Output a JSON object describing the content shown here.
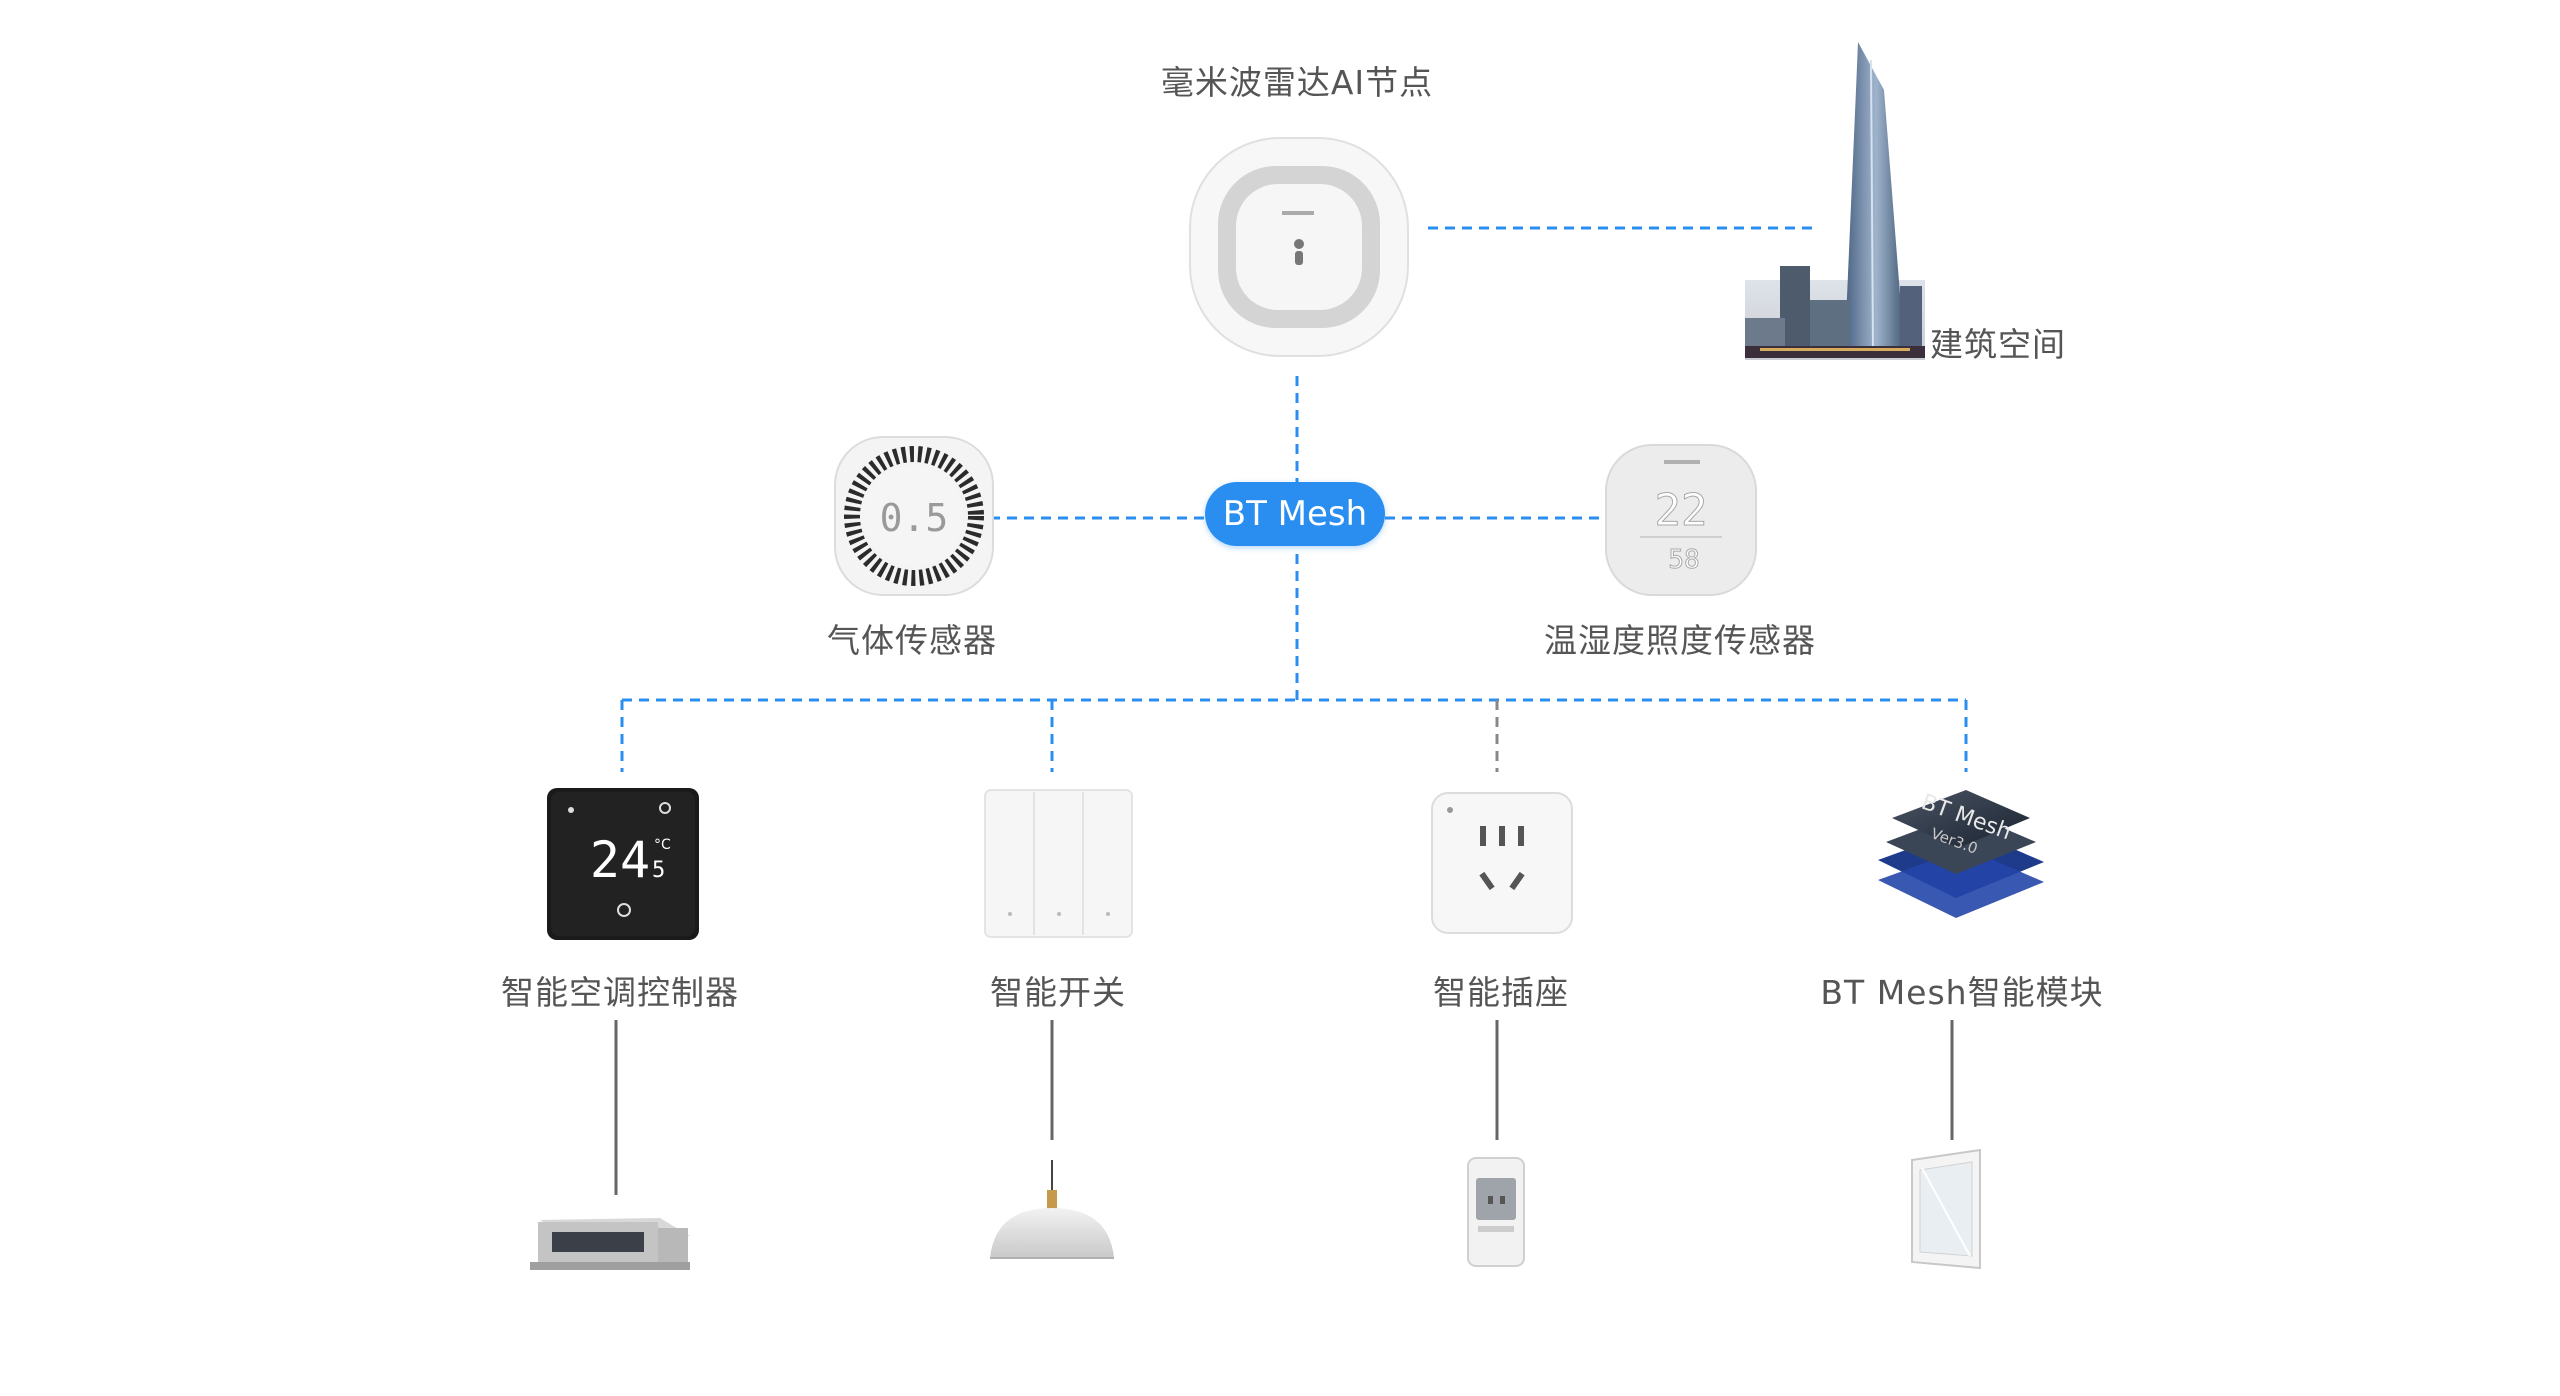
{
  "colors": {
    "accent": "#2a8ef0",
    "dashed_link": "#2a8ef0",
    "solid_link": "#666666",
    "label_text": "#555555",
    "background": "#ffffff"
  },
  "hub": {
    "label": "BT Mesh"
  },
  "nodes": {
    "radar": {
      "label": "毫米波雷达AI节点",
      "icon": "radar-node-device"
    },
    "building": {
      "label": "建筑空间",
      "icon": "skyscraper-photo"
    },
    "gas": {
      "label": "气体传感器",
      "icon": "gas-sensor-device",
      "reading": "0.5"
    },
    "temp": {
      "label": "温湿度照度传感器",
      "icon": "temperature-humidity-sensor-device",
      "reading": "22",
      "humidity": "58"
    },
    "ac": {
      "label": "智能空调控制器",
      "icon": "thermostat-panel-device",
      "reading": "24",
      "unit": "°C",
      "mode": "5"
    },
    "switch": {
      "label": "智能开关",
      "icon": "triple-wall-switch"
    },
    "socket": {
      "label": "智能插座",
      "icon": "wall-socket"
    },
    "module": {
      "label": "BT Mesh智能模块",
      "icon": "mesh-chip-module",
      "chip_text": "BT Mesh",
      "chip_version": "Ver3.0"
    }
  },
  "endpoints": [
    {
      "icon": "fan-coil-unit"
    },
    {
      "icon": "pendant-lamp"
    },
    {
      "icon": "water-dispenser"
    },
    {
      "icon": "window"
    }
  ]
}
